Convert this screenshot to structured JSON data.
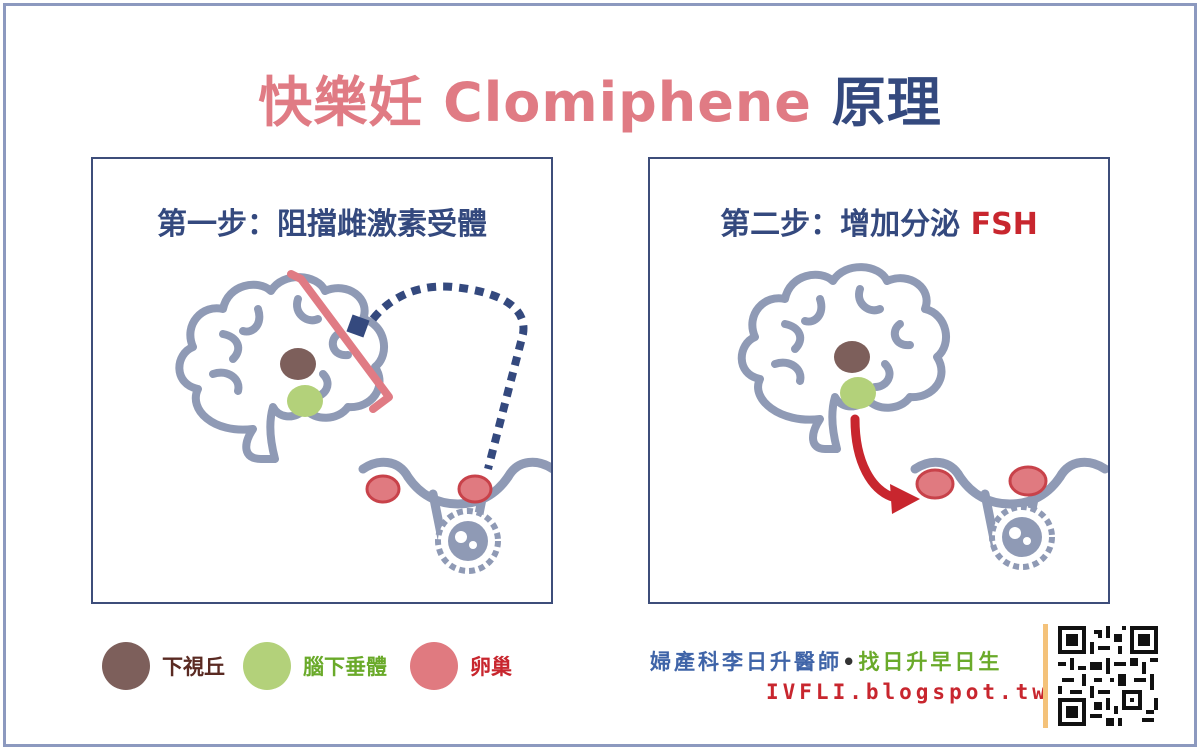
{
  "title": {
    "part1": "快樂妊 Clomiphene",
    "part2": "原理"
  },
  "panel_left": {
    "title": "第一步：阻擋雌激素受體"
  },
  "panel_right": {
    "title_main": "第二步：增加分泌",
    "title_highlight": "FSH"
  },
  "legend": [
    {
      "label": "下視丘",
      "color": "#7d5f5b",
      "text_color": "#5a2a22"
    },
    {
      "label": "腦下垂體",
      "color": "#b3d17a",
      "text_color": "#6aaa2a"
    },
    {
      "label": "卵巢",
      "color": "#e07a80",
      "text_color": "#c8262e"
    }
  ],
  "credit": {
    "line1_a": "婦產科李日升醫師",
    "separator": "•",
    "line1_b": "找日升早日生",
    "line2": "IVFLI.blogspot.tw"
  },
  "colors": {
    "navy": "#34497e",
    "pink": "#e07b84",
    "brain_outline": "#8f9ab5",
    "arrow_red": "#c8262e",
    "accent_bar": "#f4c27a"
  },
  "icons": [
    "brain-icon",
    "uterus-ovaries-icon",
    "follicle-icon",
    "receptor-blocker-icon",
    "qr-code"
  ]
}
